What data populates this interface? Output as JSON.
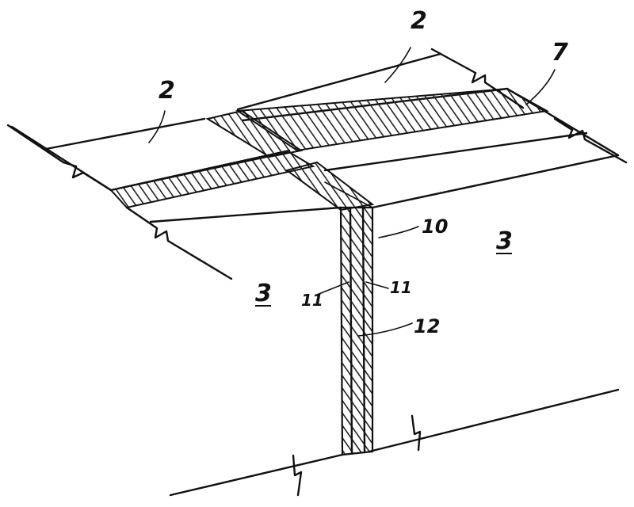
{
  "labels": {
    "upper_member_left": "2",
    "upper_member_right": "2",
    "joint_strip": "7",
    "lower_member_left": "3",
    "lower_member_right": "3",
    "seal_outer": "10",
    "seal_left": "11",
    "seal_right": "11",
    "vertical_joint": "12"
  }
}
